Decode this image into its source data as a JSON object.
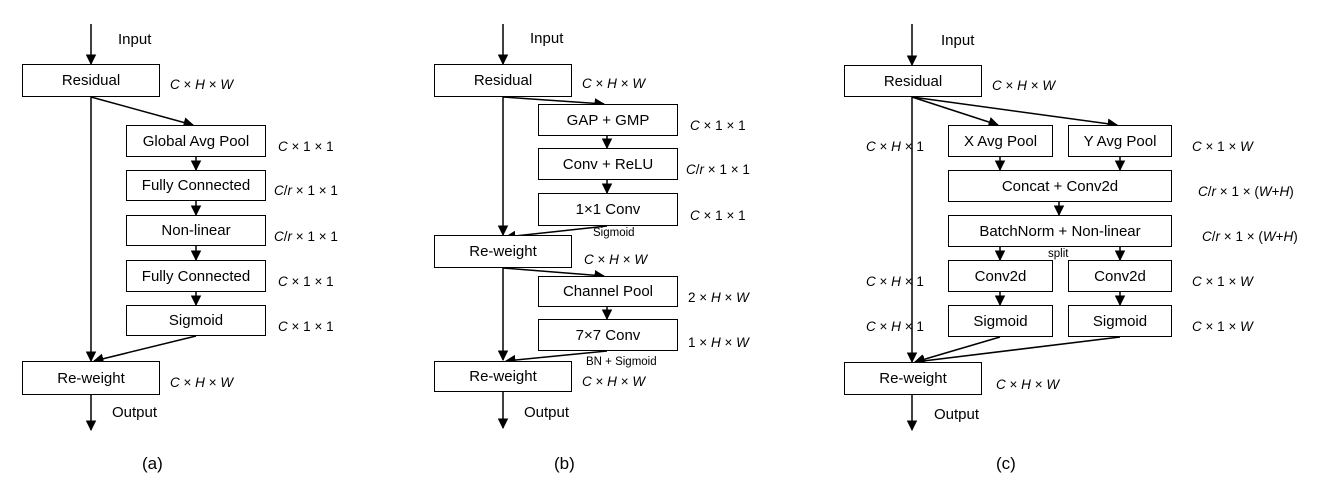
{
  "panel_a": {
    "input": "Input",
    "output": "Output",
    "caption": "(a)",
    "boxes": {
      "residual": "Residual",
      "global_avg_pool": "Global Avg Pool",
      "fc1": "Fully Connected",
      "nonlinear": "Non-linear",
      "fc2": "Fully Connected",
      "sigmoid": "Sigmoid",
      "reweight": "Re-weight"
    },
    "dims": {
      "residual": "C × H × W",
      "global_avg_pool": "C × 1 × 1",
      "fc1": "C/r × 1 × 1",
      "nonlinear": "C/r × 1 × 1",
      "fc2": "C × 1 × 1",
      "sigmoid": "C × 1 × 1",
      "reweight": "C × H × W"
    }
  },
  "panel_b": {
    "input": "Input",
    "output": "Output",
    "caption": "(b)",
    "boxes": {
      "residual": "Residual",
      "gap_gmp": "GAP + GMP",
      "conv_relu": "Conv + ReLU",
      "conv1x1": "1×1 Conv",
      "reweight1": "Re-weight",
      "channel_pool": "Channel Pool",
      "conv7x7": "7×7 Conv",
      "reweight2": "Re-weight"
    },
    "notes": {
      "sigmoid": "Sigmoid",
      "bn_sigmoid": "BN + Sigmoid"
    },
    "dims": {
      "residual": "C × H × W",
      "gap_gmp": "C × 1 × 1",
      "conv_relu": "C/r × 1 × 1",
      "conv1x1": "C × 1 × 1",
      "reweight1": "C × H × W",
      "channel_pool": "2 × H × W",
      "conv7x7": "1 × H × W",
      "reweight2": "C × H × W"
    }
  },
  "panel_c": {
    "input": "Input",
    "output": "Output",
    "caption": "(c)",
    "boxes": {
      "residual": "Residual",
      "x_avg_pool": "X Avg Pool",
      "y_avg_pool": "Y Avg Pool",
      "concat_conv2d": "Concat + Conv2d",
      "batchnorm_nonlinear": "BatchNorm + Non-linear",
      "conv2d_left": "Conv2d",
      "conv2d_right": "Conv2d",
      "sigmoid_left": "Sigmoid",
      "sigmoid_right": "Sigmoid",
      "reweight": "Re-weight"
    },
    "notes": {
      "split": "split"
    },
    "dims": {
      "residual": "C × H × W",
      "x_avg_pool": "C × H × 1",
      "y_avg_pool": "C × 1 × W",
      "concat_conv2d": "C/r × 1 × (W+H)",
      "batchnorm_nonlinear": "C/r × 1 × (W+H)",
      "conv2d_left": "C × H × 1",
      "conv2d_right": "C × 1 × W",
      "sigmoid_left": "C × H × 1",
      "sigmoid_right": "C × 1 × W",
      "reweight": "C × H × W"
    }
  }
}
